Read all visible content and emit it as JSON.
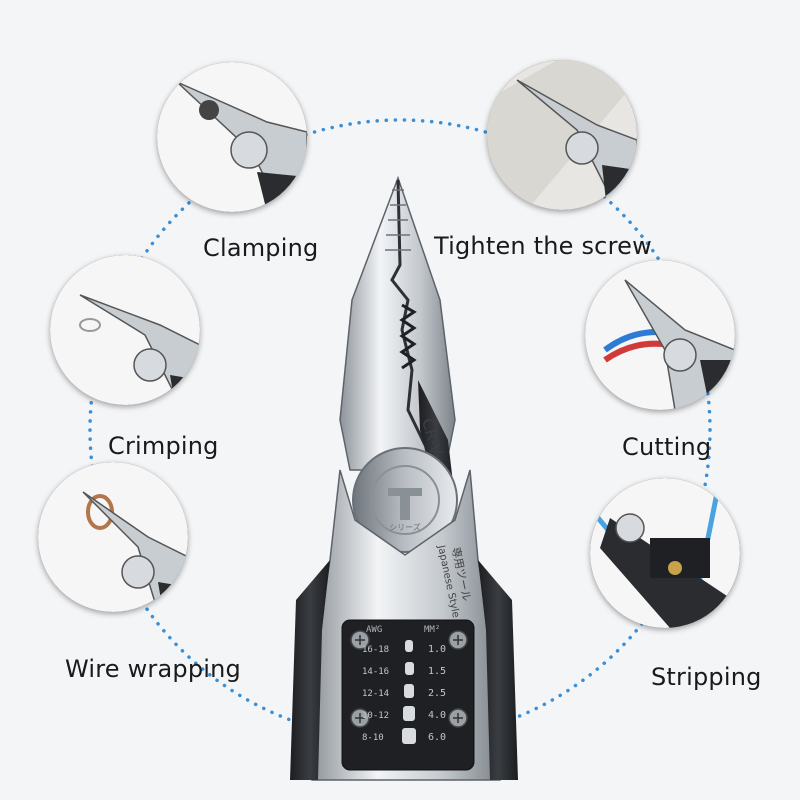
{
  "features": [
    {
      "id": "clamping",
      "label": "Clamping"
    },
    {
      "id": "tighten",
      "label": "Tighten the screw"
    },
    {
      "id": "crimping",
      "label": "Crimping"
    },
    {
      "id": "cutting",
      "label": "Cutting"
    },
    {
      "id": "wire-wrapping",
      "label": "Wire wrapping"
    },
    {
      "id": "stripping",
      "label": "Stripping"
    }
  ],
  "tool": {
    "blade_marking": "CR-V",
    "logo_caption": "シリーズ",
    "side_text_jp": "専用ツール",
    "side_text_en": "Japanese Style",
    "gauge_header_awg": "AWG",
    "gauge_header_mm": "MM²",
    "gauge_rows": [
      {
        "awg": "16-18",
        "mm": "1.0"
      },
      {
        "awg": "14-16",
        "mm": "1.5"
      },
      {
        "awg": "12-14",
        "mm": "2.5"
      },
      {
        "awg": "10-12",
        "mm": "4.0"
      },
      {
        "awg": "8-10",
        "mm": "6.0"
      }
    ]
  },
  "colors": {
    "ring_dots": "#3b8fd6",
    "steel": "#c9ced3",
    "handle_dark": "#2a2c30",
    "label_text": "#1a1a1a"
  }
}
